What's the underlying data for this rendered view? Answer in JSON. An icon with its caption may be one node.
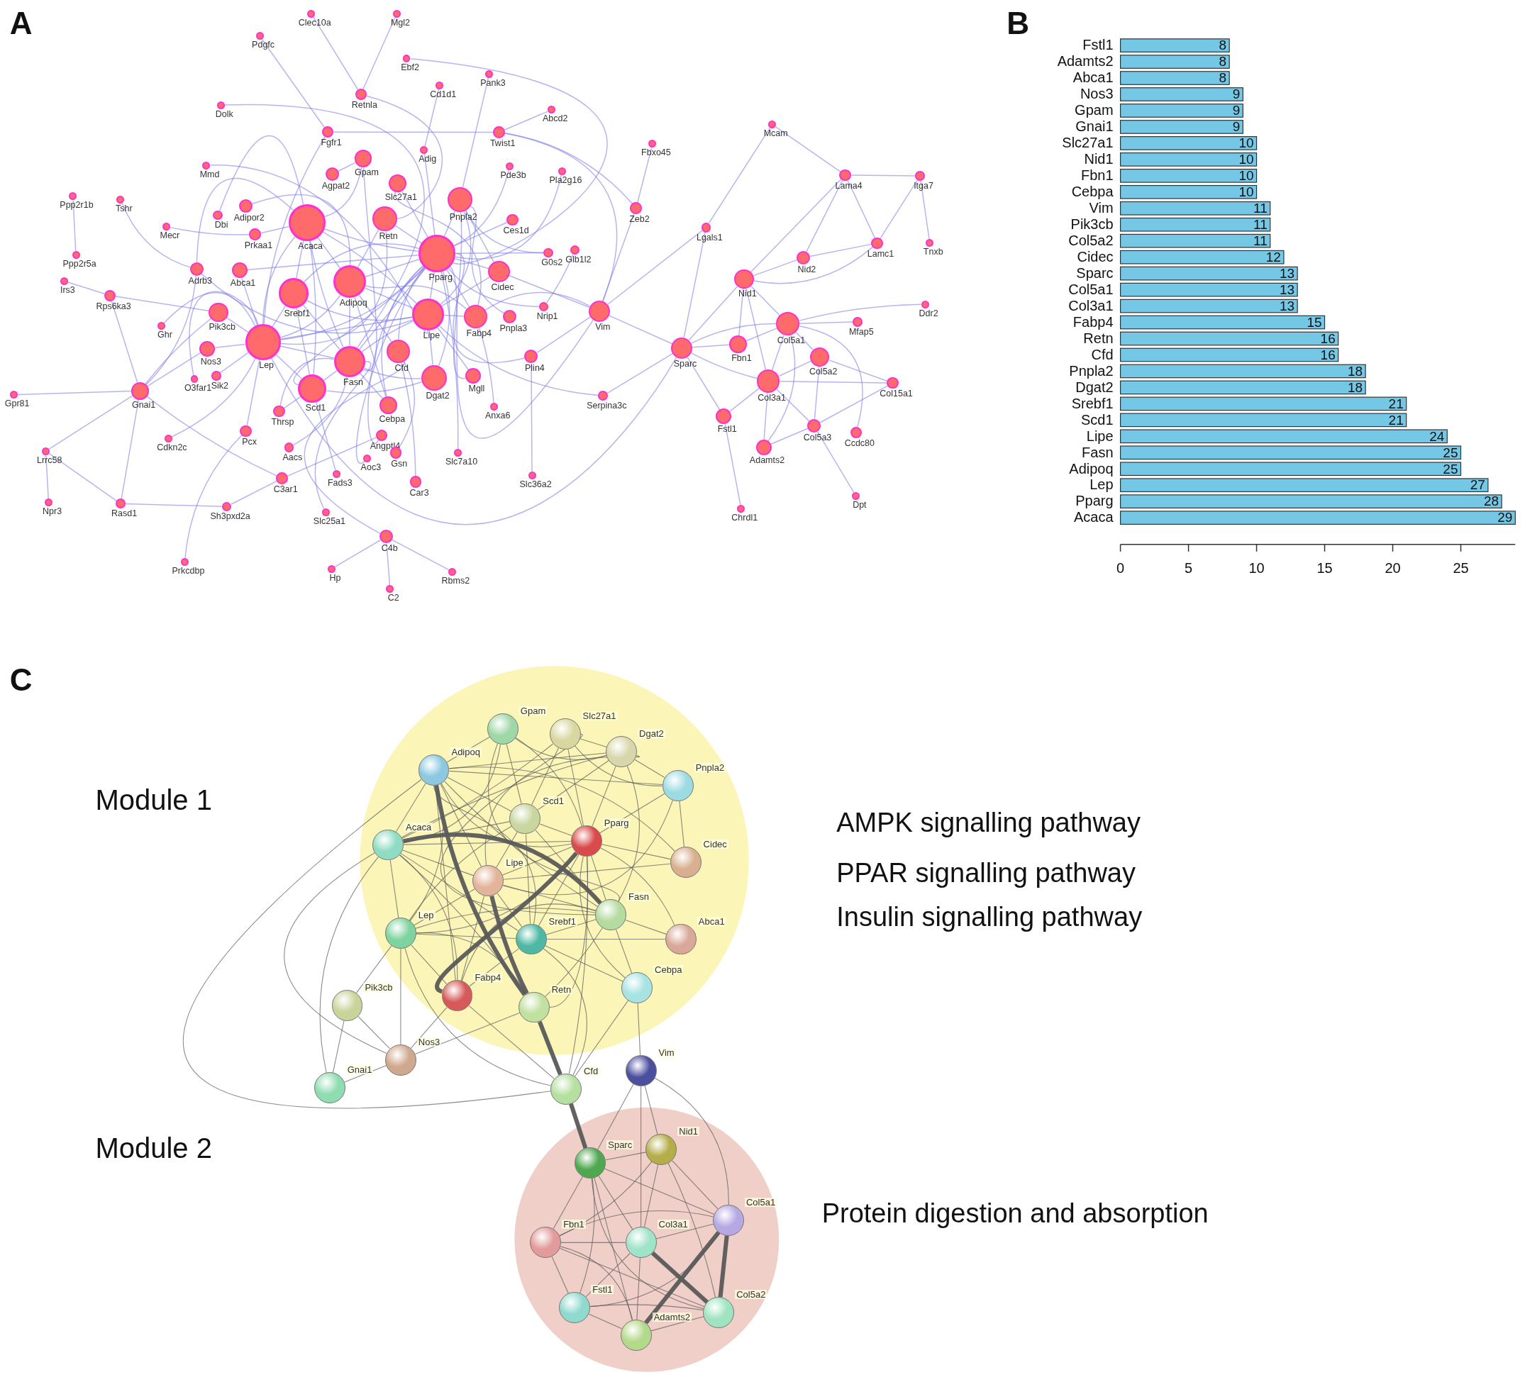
{
  "diagram": {
    "nodes": [
      {
        "text": [
          "Clec10a"
        ]
      },
      {
        "text": [
          "Mgl2"
        ]
      },
      {
        "text": [
          "Pdgfc"
        ]
      },
      {
        "text": [
          "Ebf2"
        ]
      },
      {
        "text": [
          "Pank3"
        ]
      },
      {
        "text": [
          "Cd1d1"
        ]
      },
      {
        "text": [
          "Retnla"
        ]
      },
      {
        "text": [
          "Dolk"
        ]
      },
      {
        "text": [
          "Abcd2"
        ]
      },
      {
        "text": [
          "Twist1"
        ]
      },
      {
        "text": [
          "Fgfr1"
        ]
      },
      {
        "text": [
          "Mcam"
        ]
      },
      {
        "text": [
          "Fbxo45"
        ]
      },
      {
        "text": [
          "Adig"
        ]
      },
      {
        "text": [
          "Mmd"
        ]
      },
      {
        "text": [
          "Pde3b"
        ]
      },
      {
        "text": [
          "Pla2g16"
        ]
      },
      {
        "text": [
          "Gpam"
        ]
      },
      {
        "text": [
          "Lama4"
        ]
      },
      {
        "text": [
          "Itga7"
        ]
      },
      {
        "text": [
          "Agpat2"
        ]
      },
      {
        "text": [
          "Slc27a1"
        ]
      },
      {
        "text": [
          "Ppp2r1b"
        ]
      },
      {
        "text": [
          "Tshr"
        ]
      },
      {
        "text": [
          "Pnpla2"
        ]
      },
      {
        "text": [
          "Zeb2"
        ]
      },
      {
        "text": [
          "Adipor2"
        ]
      },
      {
        "text": [
          "Dbi"
        ]
      },
      {
        "text": [
          "Ces1d"
        ]
      },
      {
        "text": [
          "Mecr"
        ]
      },
      {
        "text": [
          "Acaca"
        ]
      },
      {
        "text": [
          "Lgals1"
        ]
      },
      {
        "text": [
          "Retn"
        ]
      },
      {
        "text": [
          "Prkaa1"
        ]
      },
      {
        "text": [
          "Lamc1"
        ]
      },
      {
        "text": [
          "Tnxb"
        ]
      },
      {
        "text": [
          "Ppp2r5a"
        ]
      },
      {
        "text": [
          "Glb1l2"
        ]
      },
      {
        "text": [
          "G0s2"
        ]
      },
      {
        "text": [
          "Nid2"
        ]
      },
      {
        "text": [
          "Pparg"
        ]
      },
      {
        "text": [
          "Adrb3"
        ]
      },
      {
        "text": [
          "Abca1"
        ]
      },
      {
        "text": [
          "Cidec"
        ]
      },
      {
        "text": [
          "Irs3"
        ]
      },
      {
        "text": [
          "Nid1"
        ]
      },
      {
        "text": [
          "Adipoq"
        ]
      },
      {
        "text": [
          "Srebf1"
        ]
      },
      {
        "text": [
          "Rps6ka3"
        ]
      },
      {
        "text": [
          "Nrip1"
        ]
      },
      {
        "text": [
          "Ddr2"
        ]
      },
      {
        "text": [
          "Pik3cb"
        ]
      },
      {
        "text": [
          "Lipe"
        ]
      },
      {
        "text": [
          "Fabp4"
        ]
      },
      {
        "text": [
          "Pnpla3"
        ]
      },
      {
        "text": [
          "Vim"
        ]
      },
      {
        "text": [
          "Col5a1"
        ]
      },
      {
        "text": [
          "Mfap5"
        ]
      },
      {
        "text": [
          "Ghr"
        ]
      },
      {
        "text": [
          "Lep"
        ]
      },
      {
        "text": [
          "Cfd"
        ]
      },
      {
        "text": [
          "Fbn1"
        ]
      },
      {
        "text": [
          "Nos3"
        ]
      },
      {
        "text": [
          "Fasn"
        ]
      },
      {
        "text": [
          "Sparc"
        ]
      },
      {
        "text": [
          "Plin4"
        ]
      },
      {
        "text": [
          "Col5a2"
        ]
      },
      {
        "text": [
          "Dgat2"
        ]
      },
      {
        "text": [
          "Mgll"
        ]
      },
      {
        "text": [
          "Sik2"
        ]
      },
      {
        "text": [
          "O3far1"
        ]
      },
      {
        "text": [
          "Scd1"
        ]
      },
      {
        "text": [
          "Col3a1"
        ]
      },
      {
        "text": [
          "Col15a1"
        ]
      },
      {
        "text": [
          "Gpr81"
        ]
      },
      {
        "text": [
          "Gnai1"
        ]
      },
      {
        "text": [
          "Cebpa"
        ]
      },
      {
        "text": [
          "Anxa6"
        ]
      },
      {
        "text": [
          "Serpina3c"
        ]
      },
      {
        "text": [
          "Fstl1"
        ]
      },
      {
        "text": [
          "Thrsp"
        ]
      },
      {
        "text": [
          "Col5a3"
        ]
      },
      {
        "text": [
          "Ccdc80"
        ]
      },
      {
        "text": [
          "Angptl4"
        ]
      },
      {
        "text": [
          "Pcx"
        ]
      },
      {
        "text": [
          "Aacs"
        ]
      },
      {
        "text": [
          "Gsn"
        ]
      },
      {
        "text": [
          "Cdkn2c"
        ]
      },
      {
        "text": [
          "Aoc3"
        ]
      },
      {
        "text": [
          "Slc7a10"
        ]
      },
      {
        "text": [
          "Adamts2"
        ]
      },
      {
        "text": [
          "Lrrc58"
        ]
      },
      {
        "text": [
          "Slc36a2"
        ]
      },
      {
        "text": [
          "C3ar1"
        ]
      },
      {
        "text": [
          "Fads3"
        ]
      },
      {
        "text": [
          "Car3"
        ]
      },
      {
        "text": [
          "Dpt"
        ]
      },
      {
        "text": [
          "Npr3"
        ]
      },
      {
        "text": [
          "Rasd1"
        ]
      },
      {
        "text": [
          "Sh3pxd2a"
        ]
      },
      {
        "text": [
          "Slc25a1"
        ]
      },
      {
        "text": [
          "Chrdl1"
        ]
      },
      {
        "text": [
          "Prkcdbp"
        ]
      },
      {
        "text": [
          "C4b"
        ]
      },
      {
        "text": [
          "Hp"
        ]
      },
      {
        "text": [
          "Rbms2"
        ]
      },
      {
        "text": [
          "C2"
        ]
      },
      {
        "text": [
          "Gpam"
        ]
      },
      {
        "text": [
          "Slc27a1"
        ]
      },
      {
        "text": [
          "Dgat2"
        ]
      },
      {
        "text": [
          "Adipoq"
        ]
      },
      {
        "text": [
          "Pnpla2"
        ]
      },
      {
        "text": [
          "Scd1"
        ]
      },
      {
        "text": [
          "Pparg"
        ]
      },
      {
        "text": [
          "Acaca"
        ]
      },
      {
        "text": [
          "Cidec"
        ]
      },
      {
        "text": [
          "Lipe"
        ]
      },
      {
        "text": [
          "Fasn"
        ]
      },
      {
        "text": [
          "Lep"
        ]
      },
      {
        "text": [
          "Srebf1"
        ]
      },
      {
        "text": [
          "Abca1"
        ]
      },
      {
        "text": [
          "Cebpa"
        ]
      },
      {
        "text": [
          "Pik3cb"
        ]
      },
      {
        "text": [
          "Fabp4"
        ]
      },
      {
        "text": [
          "Retn"
        ]
      },
      {
        "text": [
          "Nos3"
        ]
      },
      {
        "text": [
          "Vim"
        ]
      },
      {
        "text": [
          "Gnai1"
        ]
      },
      {
        "text": [
          "Cfd"
        ]
      },
      {
        "text": [
          "Sparc"
        ]
      },
      {
        "text": [
          "Nid1"
        ]
      },
      {
        "text": [
          "Col5a1"
        ]
      },
      {
        "text": [
          "Fbn1"
        ]
      },
      {
        "text": [
          "Col3a1"
        ]
      },
      {
        "text": [
          "Fstl1"
        ]
      },
      {
        "text": [
          "Col5a2"
        ]
      },
      {
        "text": [
          "Adamts2"
        ]
      }
    ],
    "edges": [
      {
        "from": 2,
        "to": 10,
        "arrow": "none"
      },
      {
        "from": 10,
        "to": 59,
        "arrow": "none"
      },
      {
        "from": 10,
        "to": 9,
        "arrow": "none"
      },
      {
        "from": 7,
        "to": 63,
        "arrow": "none"
      },
      {
        "from": 0,
        "to": 6,
        "arrow": "none"
      },
      {
        "from": 1,
        "to": 6,
        "arrow": "none"
      },
      {
        "from": 6,
        "to": 32,
        "arrow": "none"
      },
      {
        "from": 3,
        "to": 40,
        "arrow": "none"
      },
      {
        "from": 5,
        "to": 13,
        "arrow": "none"
      },
      {
        "from": 13,
        "to": 40,
        "arrow": "none"
      },
      {
        "from": 4,
        "to": 24,
        "arrow": "none"
      },
      {
        "from": 8,
        "to": 9,
        "arrow": "none"
      },
      {
        "from": 9,
        "to": 25,
        "arrow": "none"
      },
      {
        "from": 9,
        "to": 55,
        "arrow": "none"
      },
      {
        "from": 15,
        "to": 40,
        "arrow": "none"
      },
      {
        "from": 16,
        "to": 40,
        "arrow": "none"
      },
      {
        "from": 12,
        "to": 25,
        "arrow": "none"
      },
      {
        "from": 25,
        "to": 55,
        "arrow": "none"
      },
      {
        "from": 11,
        "to": 31,
        "arrow": "none"
      },
      {
        "from": 11,
        "to": 18,
        "arrow": "none"
      },
      {
        "from": 31,
        "to": 55,
        "arrow": "none"
      },
      {
        "from": 31,
        "to": 64,
        "arrow": "none"
      },
      {
        "from": 18,
        "to": 19,
        "arrow": "none"
      },
      {
        "from": 18,
        "to": 34,
        "arrow": "none"
      },
      {
        "from": 18,
        "to": 45,
        "arrow": "none"
      },
      {
        "from": 18,
        "to": 39,
        "arrow": "none"
      },
      {
        "from": 19,
        "to": 34,
        "arrow": "none"
      },
      {
        "from": 19,
        "to": 35,
        "arrow": "none"
      },
      {
        "from": 34,
        "to": 39,
        "arrow": "none"
      },
      {
        "from": 34,
        "to": 45,
        "arrow": "none"
      },
      {
        "from": 39,
        "to": 45,
        "arrow": "none"
      },
      {
        "from": 45,
        "to": 64,
        "arrow": "none"
      },
      {
        "from": 45,
        "to": 56,
        "arrow": "none"
      },
      {
        "from": 45,
        "to": 72,
        "arrow": "none"
      },
      {
        "from": 45,
        "to": 61,
        "arrow": "none"
      },
      {
        "from": 50,
        "to": 56,
        "arrow": "none"
      },
      {
        "from": 57,
        "to": 56,
        "arrow": "none"
      },
      {
        "from": 56,
        "to": 66,
        "arrow": "none"
      },
      {
        "from": 56,
        "to": 72,
        "arrow": "none"
      },
      {
        "from": 56,
        "to": 61,
        "arrow": "none"
      },
      {
        "from": 66,
        "to": 72,
        "arrow": "none"
      },
      {
        "from": 66,
        "to": 73,
        "arrow": "none"
      },
      {
        "from": 72,
        "to": 73,
        "arrow": "none"
      },
      {
        "from": 81,
        "to": 73,
        "arrow": "none"
      },
      {
        "from": 66,
        "to": 81,
        "arrow": "none"
      },
      {
        "from": 72,
        "to": 81,
        "arrow": "none"
      },
      {
        "from": 72,
        "to": 90,
        "arrow": "none"
      },
      {
        "from": 56,
        "to": 90,
        "arrow": "none"
      },
      {
        "from": 90,
        "to": 81,
        "arrow": "none"
      },
      {
        "from": 79,
        "to": 72,
        "arrow": "none"
      },
      {
        "from": 79,
        "to": 101,
        "arrow": "none"
      },
      {
        "from": 79,
        "to": 64,
        "arrow": "none"
      },
      {
        "from": 64,
        "to": 61,
        "arrow": "none"
      },
      {
        "from": 64,
        "to": 72,
        "arrow": "none"
      },
      {
        "from": 64,
        "to": 56,
        "arrow": "none"
      },
      {
        "from": 64,
        "to": 55,
        "arrow": "none"
      },
      {
        "from": 64,
        "to": 78,
        "arrow": "none"
      },
      {
        "from": 64,
        "to": 59,
        "arrow": "none"
      },
      {
        "from": 81,
        "to": 96,
        "arrow": "none"
      },
      {
        "from": 82,
        "to": 56,
        "arrow": "none"
      },
      {
        "from": 55,
        "to": 43,
        "arrow": "none"
      },
      {
        "from": 55,
        "to": 53,
        "arrow": "none"
      },
      {
        "from": 55,
        "to": 40,
        "arrow": "none"
      },
      {
        "from": 55,
        "to": 65,
        "arrow": "none"
      },
      {
        "from": 37,
        "to": 49,
        "arrow": "none"
      },
      {
        "from": 38,
        "to": 40,
        "arrow": "none"
      },
      {
        "from": 38,
        "to": 24,
        "arrow": "none"
      },
      {
        "from": 28,
        "to": 40,
        "arrow": "none"
      },
      {
        "from": 49,
        "to": 40,
        "arrow": "none"
      },
      {
        "from": 65,
        "to": 40,
        "arrow": "none"
      },
      {
        "from": 65,
        "to": 92,
        "arrow": "none"
      },
      {
        "from": 78,
        "to": 52,
        "arrow": "none"
      },
      {
        "from": 77,
        "to": 53,
        "arrow": "none"
      },
      {
        "from": 22,
        "to": 36,
        "arrow": "none"
      },
      {
        "from": 23,
        "to": 41,
        "arrow": "none"
      },
      {
        "from": 29,
        "to": 33,
        "arrow": "none"
      },
      {
        "from": 27,
        "to": 30,
        "arrow": "none"
      },
      {
        "from": 14,
        "to": 52,
        "arrow": "none"
      },
      {
        "from": 44,
        "to": 48,
        "arrow": "none"
      },
      {
        "from": 48,
        "to": 51,
        "arrow": "none"
      },
      {
        "from": 48,
        "to": 75,
        "arrow": "none"
      },
      {
        "from": 41,
        "to": 75,
        "arrow": "none"
      },
      {
        "from": 41,
        "to": 52,
        "arrow": "none"
      },
      {
        "from": 41,
        "to": 30,
        "arrow": "none"
      },
      {
        "from": 58,
        "to": 59,
        "arrow": "none"
      },
      {
        "from": 74,
        "to": 75,
        "arrow": "none"
      },
      {
        "from": 75,
        "to": 51,
        "arrow": "none"
      },
      {
        "from": 75,
        "to": 62,
        "arrow": "none"
      },
      {
        "from": 75,
        "to": 93,
        "arrow": "none"
      },
      {
        "from": 75,
        "to": 98,
        "arrow": "none"
      },
      {
        "from": 75,
        "to": 91,
        "arrow": "none"
      },
      {
        "from": 91,
        "to": 97,
        "arrow": "none"
      },
      {
        "from": 91,
        "to": 98,
        "arrow": "none"
      },
      {
        "from": 98,
        "to": 99,
        "arrow": "none"
      },
      {
        "from": 99,
        "to": 93,
        "arrow": "none"
      },
      {
        "from": 93,
        "to": 83,
        "arrow": "none"
      },
      {
        "from": 87,
        "to": 59,
        "arrow": "none"
      },
      {
        "from": 102,
        "to": 84,
        "arrow": "none"
      },
      {
        "from": 84,
        "to": 59,
        "arrow": "none"
      },
      {
        "from": 85,
        "to": 63,
        "arrow": "none"
      },
      {
        "from": 80,
        "to": 63,
        "arrow": "none"
      },
      {
        "from": 71,
        "to": 80,
        "arrow": "none"
      },
      {
        "from": 83,
        "to": 40,
        "arrow": "none"
      },
      {
        "from": 88,
        "to": 40,
        "arrow": "none"
      },
      {
        "from": 86,
        "to": 60,
        "arrow": "none"
      },
      {
        "from": 95,
        "to": 60,
        "arrow": "none"
      },
      {
        "from": 103,
        "to": 60,
        "arrow": "none"
      },
      {
        "from": 103,
        "to": 106,
        "arrow": "none"
      },
      {
        "from": 103,
        "to": 104,
        "arrow": "none"
      },
      {
        "from": 103,
        "to": 105,
        "arrow": "none"
      },
      {
        "from": 100,
        "to": 63,
        "arrow": "none"
      },
      {
        "from": 94,
        "to": 71,
        "arrow": "none"
      },
      {
        "from": 89,
        "to": 40,
        "arrow": "none"
      },
      {
        "from": 70,
        "to": 59,
        "arrow": "none"
      },
      {
        "from": 69,
        "to": 59,
        "arrow": "none"
      },
      {
        "from": 62,
        "to": 59,
        "arrow": "none"
      },
      {
        "from": 51,
        "to": 59,
        "arrow": "none"
      },
      {
        "from": 42,
        "to": 40,
        "arrow": "none"
      },
      {
        "from": 26,
        "to": 46,
        "arrow": "none"
      },
      {
        "from": 33,
        "to": 30,
        "arrow": "none"
      },
      {
        "from": 20,
        "to": 17,
        "arrow": "none"
      },
      {
        "from": 17,
        "to": 63,
        "arrow": "none"
      },
      {
        "from": 21,
        "to": 40,
        "arrow": "none"
      },
      {
        "from": 30,
        "to": 63,
        "arrow": "none"
      },
      {
        "from": 30,
        "to": 40,
        "arrow": "none"
      },
      {
        "from": 30,
        "to": 47,
        "arrow": "none"
      },
      {
        "from": 30,
        "to": 71,
        "arrow": "none"
      },
      {
        "from": 30,
        "to": 59,
        "arrow": "none"
      },
      {
        "from": 30,
        "to": 46,
        "arrow": "none"
      },
      {
        "from": 30,
        "to": 52,
        "arrow": "none"
      },
      {
        "from": 40,
        "to": 46,
        "arrow": "none"
      },
      {
        "from": 40,
        "to": 59,
        "arrow": "none"
      },
      {
        "from": 40,
        "to": 53,
        "arrow": "none"
      },
      {
        "from": 40,
        "to": 52,
        "arrow": "none"
      },
      {
        "from": 40,
        "to": 43,
        "arrow": "none"
      },
      {
        "from": 40,
        "to": 47,
        "arrow": "none"
      },
      {
        "from": 40,
        "to": 63,
        "arrow": "none"
      },
      {
        "from": 40,
        "to": 32,
        "arrow": "none"
      },
      {
        "from": 40,
        "to": 60,
        "arrow": "none"
      },
      {
        "from": 40,
        "to": 76,
        "arrow": "none"
      },
      {
        "from": 40,
        "to": 67,
        "arrow": "none"
      },
      {
        "from": 40,
        "to": 24,
        "arrow": "none"
      },
      {
        "from": 40,
        "to": 71,
        "arrow": "none"
      },
      {
        "from": 59,
        "to": 46,
        "arrow": "none"
      },
      {
        "from": 59,
        "to": 32,
        "arrow": "none"
      },
      {
        "from": 59,
        "to": 63,
        "arrow": "none"
      },
      {
        "from": 59,
        "to": 47,
        "arrow": "none"
      },
      {
        "from": 59,
        "to": 52,
        "arrow": "none"
      },
      {
        "from": 59,
        "to": 71,
        "arrow": "none"
      },
      {
        "from": 46,
        "to": 32,
        "arrow": "none"
      },
      {
        "from": 46,
        "to": 52,
        "arrow": "none"
      },
      {
        "from": 46,
        "to": 63,
        "arrow": "none"
      },
      {
        "from": 46,
        "to": 60,
        "arrow": "none"
      },
      {
        "from": 46,
        "to": 53,
        "arrow": "none"
      },
      {
        "from": 52,
        "to": 24,
        "arrow": "none"
      },
      {
        "from": 52,
        "to": 53,
        "arrow": "none"
      },
      {
        "from": 52,
        "to": 67,
        "arrow": "none"
      },
      {
        "from": 52,
        "to": 68,
        "arrow": "none"
      },
      {
        "from": 52,
        "to": 63,
        "arrow": "none"
      },
      {
        "from": 63,
        "to": 47,
        "arrow": "none"
      },
      {
        "from": 63,
        "to": 71,
        "arrow": "none"
      },
      {
        "from": 63,
        "to": 67,
        "arrow": "none"
      },
      {
        "from": 47,
        "to": 71,
        "arrow": "none"
      },
      {
        "from": 47,
        "to": 52,
        "arrow": "none"
      },
      {
        "from": 76,
        "to": 46,
        "arrow": "none"
      },
      {
        "from": 76,
        "to": 63,
        "arrow": "none"
      },
      {
        "from": 43,
        "to": 52,
        "arrow": "none"
      },
      {
        "from": 24,
        "to": 43,
        "arrow": "none"
      },
      {
        "from": 54,
        "to": 24,
        "arrow": "none"
      },
      {
        "from": 68,
        "to": 24,
        "arrow": "none"
      },
      {
        "from": 17,
        "to": 30,
        "arrow": "none"
      },
      {
        "from": 21,
        "to": 53,
        "arrow": "none"
      },
      {
        "from": 67,
        "to": 71,
        "arrow": "none"
      },
      {
        "from": 42,
        "to": 59,
        "arrow": "none"
      },
      {
        "from": 110,
        "to": 107,
        "arrow": "none",
        "color": "#5a5a5a"
      },
      {
        "from": 110,
        "to": 112,
        "arrow": "none",
        "color": "#5a5a5a"
      },
      {
        "from": 110,
        "to": 114,
        "arrow": "none",
        "color": "#5a5a5a"
      },
      {
        "from": 110,
        "to": 118,
        "arrow": "none",
        "color": "#5a5a5a"
      },
      {
        "from": 110,
        "to": 116,
        "arrow": "none",
        "color": "#5a5a5a"
      },
      {
        "from": 110,
        "to": 117,
        "arrow": "none",
        "color": "#5a5a5a"
      },
      {
        "from": 110,
        "to": 113,
        "arrow": "none",
        "color": "#5a5a5a"
      },
      {
        "from": 110,
        "to": 124,
        "arrow": "none",
        "style": "thick",
        "color": "#5a5a5a"
      },
      {
        "from": 110,
        "to": 119,
        "arrow": "none",
        "color": "#5a5a5a"
      },
      {
        "from": 110,
        "to": 123,
        "arrow": "none",
        "color": "#5a5a5a"
      },
      {
        "from": 110,
        "to": 111,
        "arrow": "none",
        "color": "#5a5a5a"
      },
      {
        "from": 110,
        "to": 115,
        "arrow": "none",
        "color": "#5a5a5a"
      },
      {
        "from": 110,
        "to": 109,
        "arrow": "none",
        "color": "#5a5a5a"
      },
      {
        "from": 114,
        "to": 112,
        "arrow": "none",
        "color": "#5a5a5a"
      },
      {
        "from": 114,
        "to": 113,
        "arrow": "none",
        "color": "#5a5a5a"
      },
      {
        "from": 114,
        "to": 116,
        "arrow": "none",
        "color": "#5a5a5a"
      },
      {
        "from": 114,
        "to": 117,
        "arrow": "none",
        "style": "thick",
        "color": "#5a5a5a"
      },
      {
        "from": 114,
        "to": 118,
        "arrow": "none",
        "color": "#5a5a5a"
      },
      {
        "from": 114,
        "to": 119,
        "arrow": "none",
        "color": "#5a5a5a"
      },
      {
        "from": 114,
        "to": 123,
        "arrow": "none",
        "color": "#5a5a5a"
      },
      {
        "from": 114,
        "to": 109,
        "arrow": "none",
        "color": "#5a5a5a"
      },
      {
        "from": 114,
        "to": 107,
        "arrow": "none",
        "color": "#5a5a5a"
      },
      {
        "from": 114,
        "to": 108,
        "arrow": "none",
        "color": "#5a5a5a"
      },
      {
        "from": 114,
        "to": 124,
        "arrow": "none",
        "color": "#5a5a5a"
      },
      {
        "from": 113,
        "to": 112,
        "arrow": "none",
        "color": "#5a5a5a"
      },
      {
        "from": 113,
        "to": 116,
        "arrow": "none",
        "color": "#5a5a5a"
      },
      {
        "from": 113,
        "to": 117,
        "arrow": "none",
        "color": "#5a5a5a"
      },
      {
        "from": 113,
        "to": 118,
        "arrow": "none",
        "color": "#5a5a5a"
      },
      {
        "from": 113,
        "to": 119,
        "arrow": "none",
        "color": "#5a5a5a"
      },
      {
        "from": 113,
        "to": 123,
        "arrow": "none",
        "style": "thick",
        "color": "#5a5a5a"
      },
      {
        "from": 113,
        "to": 124,
        "arrow": "none",
        "color": "#5a5a5a"
      },
      {
        "from": 113,
        "to": 121,
        "arrow": "none",
        "color": "#5a5a5a"
      },
      {
        "from": 113,
        "to": 115,
        "arrow": "none",
        "color": "#5a5a5a"
      },
      {
        "from": 113,
        "to": 111,
        "arrow": "none",
        "color": "#5a5a5a"
      },
      {
        "from": 113,
        "to": 109,
        "arrow": "none",
        "color": "#5a5a5a"
      },
      {
        "from": 113,
        "to": 108,
        "arrow": "none",
        "color": "#5a5a5a"
      },
      {
        "from": 113,
        "to": 107,
        "arrow": "none",
        "color": "#5a5a5a"
      },
      {
        "from": 113,
        "to": 120,
        "arrow": "none",
        "color": "#5a5a5a"
      },
      {
        "from": 116,
        "to": 111,
        "arrow": "none",
        "color": "#5a5a5a"
      },
      {
        "from": 116,
        "to": 117,
        "arrow": "none",
        "color": "#5a5a5a"
      },
      {
        "from": 116,
        "to": 118,
        "arrow": "none",
        "color": "#5a5a5a"
      },
      {
        "from": 116,
        "to": 123,
        "arrow": "none",
        "color": "#5a5a5a"
      },
      {
        "from": 116,
        "to": 124,
        "arrow": "none",
        "style": "thick",
        "color": "#5a5a5a"
      },
      {
        "from": 116,
        "to": 119,
        "arrow": "none",
        "color": "#5a5a5a"
      },
      {
        "from": 116,
        "to": 112,
        "arrow": "none",
        "color": "#5a5a5a"
      },
      {
        "from": 116,
        "to": 109,
        "arrow": "none",
        "color": "#5a5a5a"
      },
      {
        "from": 116,
        "to": 115,
        "arrow": "none",
        "color": "#5a5a5a"
      },
      {
        "from": 117,
        "to": 112,
        "arrow": "none",
        "color": "#5a5a5a"
      },
      {
        "from": 117,
        "to": 119,
        "arrow": "none",
        "color": "#5a5a5a"
      },
      {
        "from": 117,
        "to": 118,
        "arrow": "none",
        "color": "#5a5a5a"
      },
      {
        "from": 117,
        "to": 109,
        "arrow": "none",
        "color": "#5a5a5a"
      },
      {
        "from": 117,
        "to": 107,
        "arrow": "none",
        "color": "#5a5a5a"
      },
      {
        "from": 117,
        "to": 108,
        "arrow": "none",
        "color": "#5a5a5a"
      },
      {
        "from": 117,
        "to": 121,
        "arrow": "none",
        "color": "#5a5a5a"
      },
      {
        "from": 117,
        "to": 120,
        "arrow": "none",
        "color": "#5a5a5a"
      },
      {
        "from": 117,
        "to": 123,
        "arrow": "none",
        "color": "#5a5a5a"
      },
      {
        "from": 117,
        "to": 124,
        "arrow": "none",
        "color": "#5a5a5a"
      },
      {
        "from": 118,
        "to": 119,
        "arrow": "none",
        "color": "#5a5a5a"
      },
      {
        "from": 118,
        "to": 123,
        "arrow": "none",
        "color": "#5a5a5a"
      },
      {
        "from": 118,
        "to": 124,
        "arrow": "none",
        "color": "#5a5a5a"
      },
      {
        "from": 118,
        "to": 112,
        "arrow": "none",
        "color": "#5a5a5a"
      },
      {
        "from": 119,
        "to": 112,
        "arrow": "none",
        "color": "#5a5a5a"
      },
      {
        "from": 119,
        "to": 123,
        "arrow": "none",
        "color": "#5a5a5a"
      },
      {
        "from": 119,
        "to": 120,
        "arrow": "none",
        "color": "#5a5a5a"
      },
      {
        "from": 119,
        "to": 121,
        "arrow": "none",
        "color": "#5a5a5a"
      },
      {
        "from": 112,
        "to": 107,
        "arrow": "none",
        "color": "#5a5a5a"
      },
      {
        "from": 112,
        "to": 108,
        "arrow": "none",
        "color": "#5a5a5a"
      },
      {
        "from": 112,
        "to": 109,
        "arrow": "none",
        "color": "#5a5a5a"
      },
      {
        "from": 109,
        "to": 107,
        "arrow": "none",
        "color": "#5a5a5a"
      },
      {
        "from": 109,
        "to": 108,
        "arrow": "none",
        "color": "#5a5a5a"
      },
      {
        "from": 109,
        "to": 111,
        "arrow": "none",
        "color": "#5a5a5a"
      },
      {
        "from": 111,
        "to": 115,
        "arrow": "none",
        "color": "#5a5a5a"
      },
      {
        "from": 111,
        "to": 108,
        "arrow": "none",
        "color": "#5a5a5a"
      },
      {
        "from": 122,
        "to": 127,
        "arrow": "none",
        "color": "#5a5a5a"
      },
      {
        "from": 122,
        "to": 125,
        "arrow": "none",
        "color": "#5a5a5a"
      },
      {
        "from": 122,
        "to": 118,
        "arrow": "none",
        "color": "#5a5a5a"
      },
      {
        "from": 125,
        "to": 127,
        "arrow": "none",
        "color": "#5a5a5a"
      },
      {
        "from": 127,
        "to": 114,
        "arrow": "none",
        "color": "#5a5a5a"
      },
      {
        "from": 125,
        "to": 118,
        "arrow": "none",
        "color": "#5a5a5a"
      },
      {
        "from": 125,
        "to": 123,
        "arrow": "none",
        "color": "#5a5a5a"
      },
      {
        "from": 125,
        "to": 114,
        "arrow": "none",
        "color": "#5a5a5a"
      },
      {
        "from": 125,
        "to": 124,
        "arrow": "none",
        "color": "#5a5a5a"
      },
      {
        "from": 128,
        "to": 124,
        "arrow": "none",
        "style": "thick",
        "color": "#5a5a5a"
      },
      {
        "from": 128,
        "to": 123,
        "arrow": "none",
        "color": "#5a5a5a"
      },
      {
        "from": 128,
        "to": 118,
        "arrow": "none",
        "color": "#5a5a5a"
      },
      {
        "from": 128,
        "to": 121,
        "arrow": "none",
        "color": "#5a5a5a"
      },
      {
        "from": 128,
        "to": 113,
        "arrow": "none",
        "color": "#5a5a5a"
      },
      {
        "from": 128,
        "to": 110,
        "arrow": "none",
        "color": "#5a5a5a"
      },
      {
        "from": 128,
        "to": 119,
        "arrow": "none",
        "color": "#5a5a5a"
      },
      {
        "from": 126,
        "to": 121,
        "arrow": "none",
        "color": "#5a5a5a"
      },
      {
        "from": 128,
        "to": 129,
        "arrow": "none",
        "style": "thick",
        "color": "#5a5a5a"
      },
      {
        "from": 126,
        "to": 129,
        "arrow": "none",
        "color": "#5a5a5a"
      },
      {
        "from": 126,
        "to": 130,
        "arrow": "none",
        "color": "#5a5a5a"
      },
      {
        "from": 126,
        "to": 133,
        "arrow": "none",
        "color": "#5a5a5a"
      },
      {
        "from": 126,
        "to": 131,
        "arrow": "none",
        "color": "#5a5a5a"
      },
      {
        "from": 129,
        "to": 130,
        "arrow": "none",
        "color": "#5a5a5a"
      },
      {
        "from": 129,
        "to": 132,
        "arrow": "none",
        "color": "#5a5a5a"
      },
      {
        "from": 129,
        "to": 133,
        "arrow": "none",
        "color": "#5a5a5a"
      },
      {
        "from": 129,
        "to": 131,
        "arrow": "none",
        "color": "#5a5a5a"
      },
      {
        "from": 129,
        "to": 135,
        "arrow": "none",
        "color": "#5a5a5a"
      },
      {
        "from": 129,
        "to": 134,
        "arrow": "none",
        "color": "#5a5a5a"
      },
      {
        "from": 129,
        "to": 136,
        "arrow": "none",
        "color": "#5a5a5a"
      },
      {
        "from": 130,
        "to": 133,
        "arrow": "none",
        "color": "#5a5a5a"
      },
      {
        "from": 130,
        "to": 131,
        "arrow": "none",
        "color": "#5a5a5a"
      },
      {
        "from": 130,
        "to": 135,
        "arrow": "none",
        "color": "#5a5a5a"
      },
      {
        "from": 130,
        "to": 132,
        "arrow": "none",
        "color": "#5a5a5a"
      },
      {
        "from": 132,
        "to": 133,
        "arrow": "none",
        "color": "#5a5a5a"
      },
      {
        "from": 132,
        "to": 131,
        "arrow": "none",
        "color": "#5a5a5a"
      },
      {
        "from": 132,
        "to": 134,
        "arrow": "none",
        "color": "#5a5a5a"
      },
      {
        "from": 132,
        "to": 136,
        "arrow": "none",
        "color": "#5a5a5a"
      },
      {
        "from": 132,
        "to": 135,
        "arrow": "none",
        "color": "#5a5a5a"
      },
      {
        "from": 133,
        "to": 131,
        "arrow": "none",
        "color": "#5a5a5a"
      },
      {
        "from": 133,
        "to": 135,
        "arrow": "none",
        "style": "thick",
        "color": "#5a5a5a"
      },
      {
        "from": 133,
        "to": 136,
        "arrow": "none",
        "color": "#5a5a5a"
      },
      {
        "from": 133,
        "to": 134,
        "arrow": "none",
        "color": "#5a5a5a"
      },
      {
        "from": 131,
        "to": 135,
        "arrow": "none",
        "style": "thick",
        "color": "#5a5a5a"
      },
      {
        "from": 131,
        "to": 136,
        "arrow": "none",
        "style": "thick",
        "color": "#5a5a5a"
      },
      {
        "from": 131,
        "to": 134,
        "arrow": "none",
        "color": "#5a5a5a"
      },
      {
        "from": 134,
        "to": 136,
        "arrow": "none",
        "color": "#5a5a5a"
      },
      {
        "from": 136,
        "to": 135,
        "arrow": "none",
        "color": "#5a5a5a"
      },
      {
        "from": 134,
        "to": 135,
        "arrow": "none",
        "color": "#5a5a5a"
      }
    ],
    "labels": [
      "A",
      "B",
      "C",
      "Module 1",
      "AMPK signalling pathway",
      "PPAR signalling pathway",
      "Insulin signalling pathway",
      "Module 2",
      "Protein digestion and absorption"
    ],
    "chart_data": {
      "type": "bar",
      "orientation": "horizontal",
      "data_labels": true,
      "categories": [
        "Fstl1",
        "Adamts2",
        "Abca1",
        "Nos3",
        "Gpam",
        "Gnai1",
        "Slc27a1",
        "Nid1",
        "Fbn1",
        "Cebpa",
        "Vim",
        "Pik3cb",
        "Col5a2",
        "Cidec",
        "Sparc",
        "Col5a1",
        "Col3a1",
        "Fabp4",
        "Retn",
        "Cfd",
        "Pnpla2",
        "Dgat2",
        "Srebf1",
        "Scd1",
        "Lipe",
        "Fasn",
        "Adipoq",
        "Lep",
        "Pparg",
        "Acaca"
      ],
      "series": [
        {
          "color": "#74c8e6",
          "values": [
            8,
            8,
            8,
            9,
            9,
            9,
            10,
            10,
            10,
            10,
            11,
            11,
            11,
            12,
            13,
            13,
            13,
            15,
            16,
            16,
            18,
            18,
            21,
            21,
            24,
            25,
            25,
            27,
            28,
            29
          ]
        }
      ],
      "xlim": [
        0,
        29
      ],
      "xticks": [
        0,
        5,
        10,
        15,
        20,
        25
      ]
    }
  }
}
